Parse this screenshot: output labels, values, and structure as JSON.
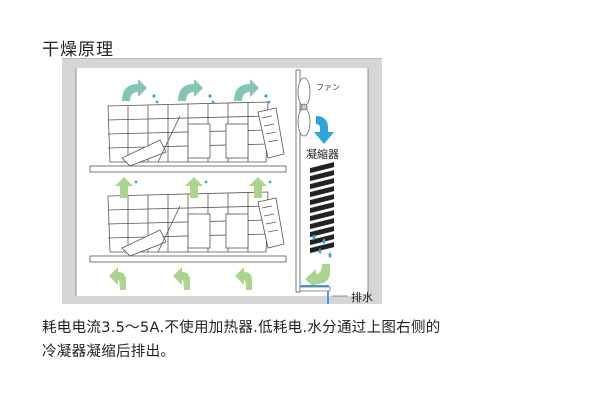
{
  "title": "干燥原理",
  "labels": {
    "fan": "ファン",
    "condenser": "凝縮器",
    "drain": "排水"
  },
  "caption": {
    "line1": "耗电电流3.5～5A.不使用加热器.低耗电.水分通过上图右侧的",
    "line2": "冷凝器凝缩后排出。"
  },
  "colors": {
    "arrow_green": "#a9d58c",
    "arrow_teal": "#84c6b6",
    "arrow_blue": "#2aa4dc",
    "water_blue": "#3aa6de",
    "frame_gray": "#d6d6d6",
    "outline": "#555555"
  }
}
